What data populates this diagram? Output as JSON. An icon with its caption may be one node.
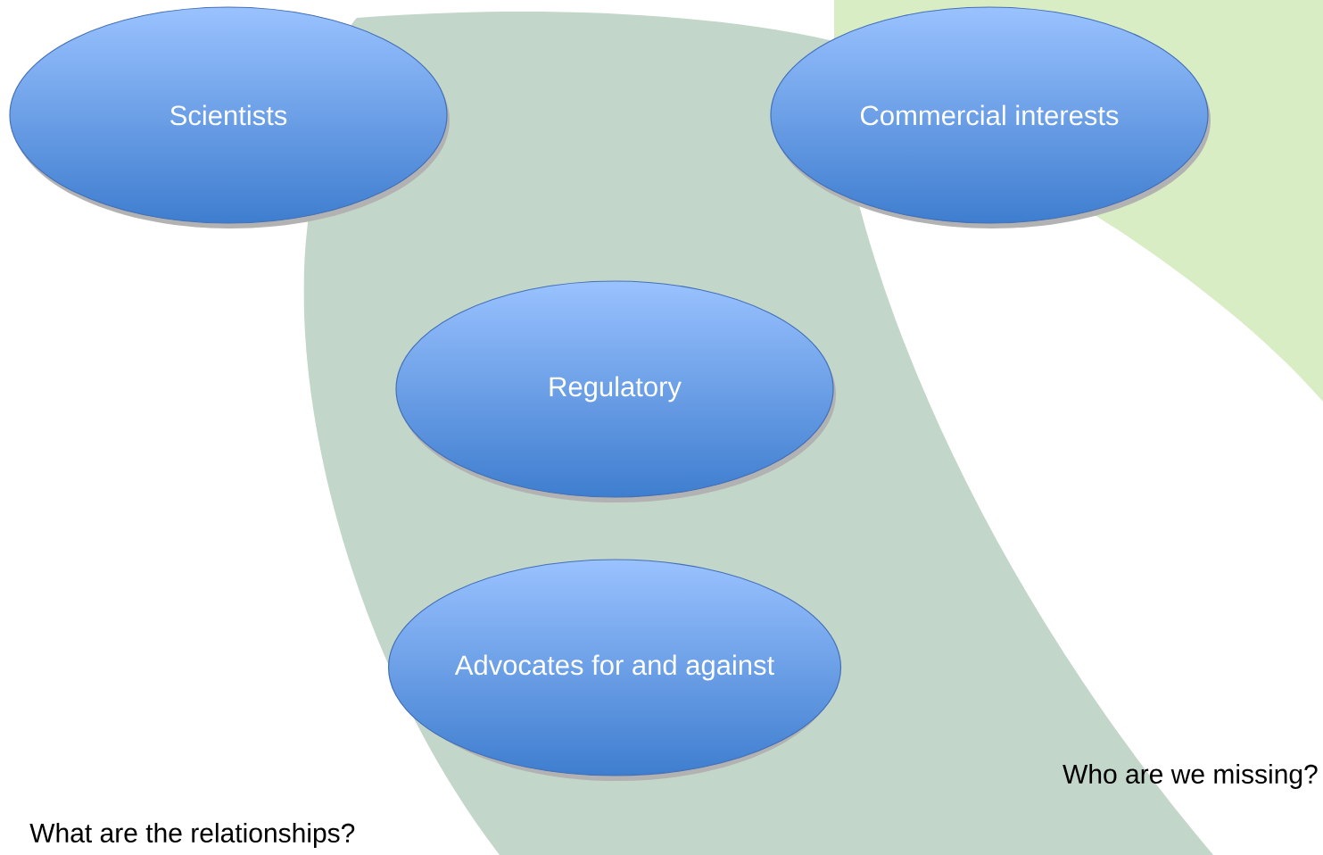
{
  "diagram": {
    "nodes": [
      {
        "text": [
          "Scientists"
        ]
      },
      {
        "text": [
          "Commercial interests"
        ]
      },
      {
        "text": [
          "Regulatory"
        ]
      },
      {
        "text": [
          "Advocates for and against"
        ]
      }
    ],
    "labels": [
      "Who are we missing?",
      "What are the relationships?"
    ]
  }
}
